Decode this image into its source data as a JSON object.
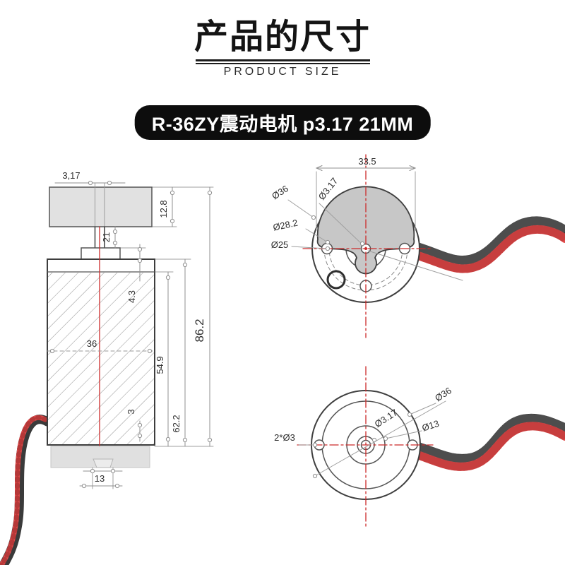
{
  "header": {
    "title": "产品的尺寸",
    "subtitle": "PRODUCT SIZE",
    "model_badge": "R-36ZY震动电机 p3.17 21MM"
  },
  "colors": {
    "accent_red": "#cc2b2b",
    "wire_red": "#e04a4a",
    "wire_black": "#3a3a3a",
    "badge_bg": "#0d0d0d"
  },
  "drawings": {
    "side_view": {
      "labels": {
        "shaft_dia": "3,17",
        "weight_height": "12.8",
        "shaft_length": "21",
        "cap_height": "4.3",
        "body_dia": "36",
        "can_height": "54.9",
        "bottom_gap": "3",
        "body_height": "62.2",
        "total_height": "86.2",
        "mount_width": "13"
      }
    },
    "top_view": {
      "labels": {
        "weight_width": "33.5",
        "outer_dia": "Ø36",
        "shaft_dia": "Ø3.17",
        "pitch_dia": "Ø28.2",
        "inner_dia": "Ø25"
      }
    },
    "bottom_view": {
      "labels": {
        "outer_dia": "Ø36",
        "shaft_dia": "Ø3.17",
        "boss_dia": "Ø13",
        "mount_holes": "2*Ø3"
      }
    }
  }
}
